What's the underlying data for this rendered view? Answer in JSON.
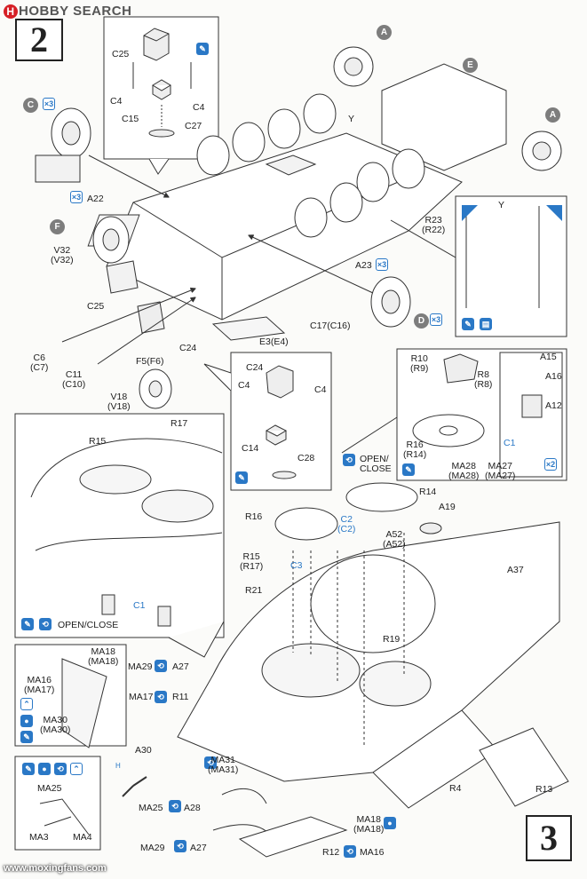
{
  "brand": {
    "name": "HOBBY SEARCH",
    "logo_letter": "H"
  },
  "steps": {
    "step_a": "2",
    "step_b": "3"
  },
  "watermark": "www.moxingfans.com",
  "circle_badges": {
    "a": "A",
    "c": "C",
    "e": "E",
    "f": "F",
    "d": "D"
  },
  "icons": {
    "x3": "×3",
    "x2": "×2",
    "x3_icon": "repeat-three-icon",
    "glue_icon": "cement-brush-icon",
    "paint_icon": "paint-icon",
    "flip_icon": "rotate-icon"
  },
  "open_close": {
    "top": "OPEN/\nCLOSE",
    "inset": "OPEN/CLOSE"
  },
  "labels": {
    "c25_top": "C25",
    "c4_a": "C4",
    "c4_b": "C4",
    "c15": "C15",
    "c27": "C27",
    "a22": "A22",
    "y_main": "Y",
    "y_inset": "Y",
    "r23": "R23\n(R22)",
    "v32": "V32\n(V32)",
    "c25_mid": "C25",
    "a23": "A23",
    "c17": "C17(C16)",
    "e3": "E3(E4)",
    "c24_mid": "C24",
    "f5": "F5(F6)",
    "c6": "C6\n(C7)",
    "c11": "C11\n(C10)",
    "v18": "V18\n(V18)",
    "c24_box": "C24",
    "c4_c": "C4",
    "c4_d": "C4",
    "c14": "C14",
    "c28": "C28",
    "r10": "R10\n(R9)",
    "r8": "R8\n(R8)",
    "a15": "A15",
    "a16": "A16",
    "a12": "A12",
    "c1_inset": "C1",
    "r16_inset": "R16\n(R14)",
    "ma28": "MA28\n(MA28)",
    "ma27": "MA27\n(MA27)",
    "r15_inset": "R15",
    "r17_inset": "R17",
    "c1_hatch": "C1",
    "r14": "R14",
    "r16": "R16",
    "c2": "C2\n(C2)",
    "a52": "A52\n(A52)",
    "a19": "A19",
    "r15": "R15\n(R17)",
    "c3": "C3",
    "r21": "R21",
    "a37": "A37",
    "r19": "R19",
    "ma18_a": "MA18\n(MA18)",
    "ma16": "MA16\n(MA17)",
    "ma30": "MA30\n(MA30)",
    "ma29_a": "MA29",
    "a27_a": "A27",
    "ma17": "MA17",
    "r11": "R11",
    "a30": "A30",
    "ma31": "MA31\n(MA31)",
    "ma25_a": "MA25",
    "a28": "A28",
    "ma25_b": "MA25",
    "ma3": "MA3",
    "ma4": "MA4",
    "ma29_b": "MA29",
    "a27_b": "A27",
    "ma18_b": "MA18\n(MA18)",
    "r12": "R12",
    "ma16_b": "MA16",
    "r4": "R4",
    "r13": "R13",
    "h_code": "H"
  }
}
